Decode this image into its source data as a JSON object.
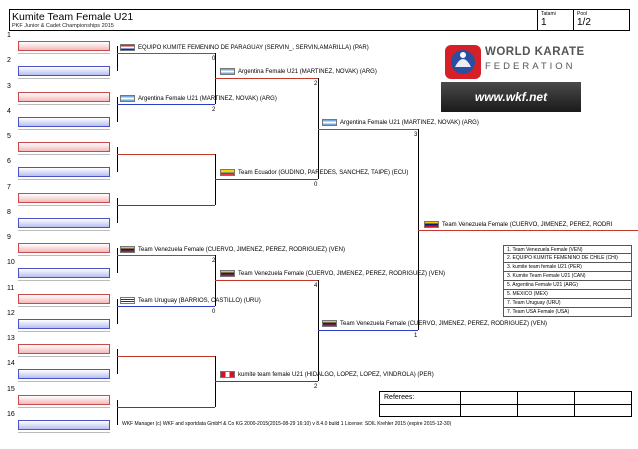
{
  "header": {
    "title": "Kumite Team Female U21",
    "subtitle": "PKF Junior & Cadet Championships 2015",
    "tatami_label": "Tatami",
    "tatami_value": "1",
    "pool_label": "Pool",
    "pool_value": "1/2"
  },
  "seeds": [
    "1",
    "2",
    "3",
    "4",
    "5",
    "6",
    "7",
    "8",
    "9",
    "10",
    "11",
    "12",
    "13",
    "14",
    "15",
    "16"
  ],
  "round1": [
    {
      "name": "EQUIPO KUMITE FEMENINO DE PARAGUAY (SERVIN_, SERVIN,AMARILLA) (PAR)",
      "flag": "paraguay",
      "score": "0"
    },
    {
      "name": "Argentina Female U21 (MARTINEZ, NOVAK) (ARG)",
      "flag": "argentina",
      "score": "2"
    },
    {
      "name": "Team Venezuela Female (CUERVO, JIMENEZ, PEREZ, RODRIGUEZ) (VEN)",
      "flag": "venezuela",
      "score": "2"
    },
    {
      "name": "Team Uruguay (BARRIOS, CASTILLO) (URU)",
      "flag": "uruguay",
      "score": "0"
    }
  ],
  "round2": [
    {
      "name": "Argentina Female U21 (MARTINEZ, NOVAK) (ARG)",
      "flag": "argentina",
      "score": "2"
    },
    {
      "name": "Team Ecuador (GUDINO, PAREDES, SANCHEZ, TAIPE) (ECU)",
      "flag": "ecuador",
      "score": "0"
    },
    {
      "name": "Team Venezuela Female (CUERVO, JIMENEZ, PEREZ, RODRIGUEZ) (VEN)",
      "flag": "venezuela",
      "score": "4"
    },
    {
      "name": "kumite team female U21 (HIDALGO, LOPEZ, LOPEZ, VINDROLA) (PER)",
      "flag": "peru",
      "score": "2"
    }
  ],
  "round3": [
    {
      "name": "Argentina Female U21 (MARTINEZ, NOVAK) (ARG)",
      "flag": "argentina",
      "score": "3"
    },
    {
      "name": "Team Venezuela Female (CUERVO, JIMENEZ, PEREZ, RODRIGUEZ) (VEN)",
      "flag": "venezuela",
      "score": "1"
    }
  ],
  "final": {
    "name": "Team Venezuela Female (CUERVO, JIMENEZ, PEREZ, RODRI",
    "flag": "venezuela"
  },
  "logo": {
    "line1": "WORLD KARATE",
    "line2": "FEDERATION",
    "url": "www.wkf.net",
    "colors": {
      "red": "#d62027",
      "blue": "#2a4ea2"
    }
  },
  "ranking": [
    "1. Team Venezuela Female (VEN)",
    "2. EQUIPO KUMITE FEMENINO DE CHILE (CHI)",
    "3. kumite team female U21 (PER)",
    "3. Kumite Team Female U21 (CAN)",
    "5. Argentina Female U21 (ARG)",
    "5. MEXICO (MEX)",
    "7. Team Uruguay (URU)",
    "7. Team USA Female (USA)"
  ],
  "referees_label": "Referees:",
  "footer": "WKF Manager (c) WKF and sportdata GmbH & Co KG 2000-2015(2015-08-29 16:10) v 8.4.0 build 1 License: SDIL Krehler 2015 (expire 2015-12-30)"
}
